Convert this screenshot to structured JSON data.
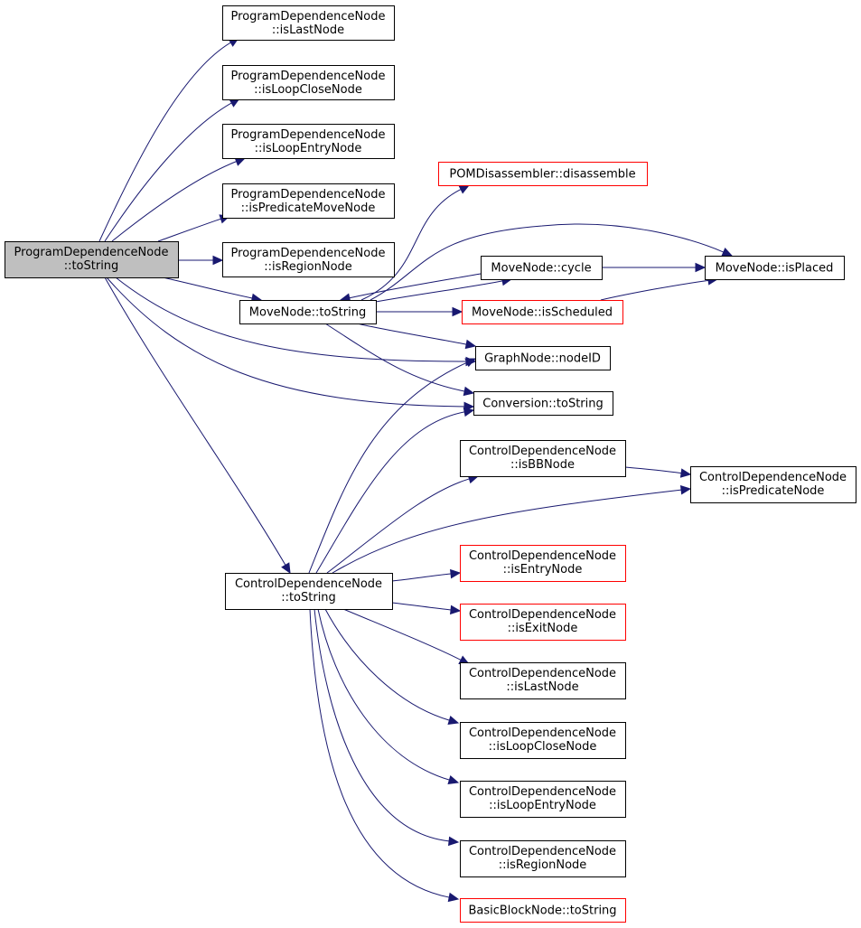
{
  "colors": {
    "edge": "#191970",
    "node_border": "#000000",
    "truncated_border": "#ff0000",
    "root_fill": "#bfbfbf",
    "node_fill": "#ffffff"
  },
  "nodes": {
    "root": [
      "ProgramDependenceNode",
      "::toString"
    ],
    "pdn_isLastNode": [
      "ProgramDependenceNode",
      "::isLastNode"
    ],
    "pdn_isLoopCloseNode": [
      "ProgramDependenceNode",
      "::isLoopCloseNode"
    ],
    "pdn_isLoopEntryNode": [
      "ProgramDependenceNode",
      "::isLoopEntryNode"
    ],
    "pdn_isPredicateMoveNode": [
      "ProgramDependenceNode",
      "::isPredicateMoveNode"
    ],
    "pdn_isRegionNode": [
      "ProgramDependenceNode",
      "::isRegionNode"
    ],
    "movenode_toString": [
      "MoveNode::toString"
    ],
    "pom_disassemble": [
      "POMDisassembler::disassemble"
    ],
    "movenode_cycle": [
      "MoveNode::cycle"
    ],
    "movenode_isPlaced": [
      "MoveNode::isPlaced"
    ],
    "movenode_isScheduled": [
      "MoveNode::isScheduled"
    ],
    "graphnode_nodeID": [
      "GraphNode::nodeID"
    ],
    "conversion_toString": [
      "Conversion::toString"
    ],
    "cdn_isBBNode": [
      "ControlDependenceNode",
      "::isBBNode"
    ],
    "cdn_isPredicateNode": [
      "ControlDependenceNode",
      "::isPredicateNode"
    ],
    "cdn_toString": [
      "ControlDependenceNode",
      "::toString"
    ],
    "cdn_isEntryNode": [
      "ControlDependenceNode",
      "::isEntryNode"
    ],
    "cdn_isExitNode": [
      "ControlDependenceNode",
      "::isExitNode"
    ],
    "cdn_isLastNode": [
      "ControlDependenceNode",
      "::isLastNode"
    ],
    "cdn_isLoopCloseNode": [
      "ControlDependenceNode",
      "::isLoopCloseNode"
    ],
    "cdn_isLoopEntryNode": [
      "ControlDependenceNode",
      "::isLoopEntryNode"
    ],
    "cdn_isRegionNode": [
      "ControlDependenceNode",
      "::isRegionNode"
    ],
    "bbn_toString": [
      "BasicBlockNode::toString"
    ]
  },
  "truncated": [
    "pom_disassemble",
    "movenode_isScheduled",
    "cdn_isEntryNode",
    "cdn_isExitNode",
    "bbn_toString"
  ],
  "edges": [
    [
      "root",
      "pdn_isLastNode"
    ],
    [
      "root",
      "pdn_isLoopCloseNode"
    ],
    [
      "root",
      "pdn_isLoopEntryNode"
    ],
    [
      "root",
      "pdn_isPredicateMoveNode"
    ],
    [
      "root",
      "pdn_isRegionNode"
    ],
    [
      "root",
      "movenode_toString"
    ],
    [
      "root",
      "graphnode_nodeID"
    ],
    [
      "root",
      "conversion_toString"
    ],
    [
      "root",
      "cdn_toString"
    ],
    [
      "movenode_toString",
      "pom_disassemble"
    ],
    [
      "movenode_toString",
      "movenode_isPlaced"
    ],
    [
      "movenode_toString",
      "movenode_cycle"
    ],
    [
      "movenode_toString",
      "movenode_isScheduled"
    ],
    [
      "movenode_toString",
      "graphnode_nodeID"
    ],
    [
      "movenode_toString",
      "conversion_toString"
    ],
    [
      "movenode_cycle",
      "movenode_toString"
    ],
    [
      "movenode_cycle",
      "movenode_isPlaced"
    ],
    [
      "movenode_isScheduled",
      "movenode_isPlaced"
    ],
    [
      "cdn_toString",
      "graphnode_nodeID"
    ],
    [
      "cdn_toString",
      "conversion_toString"
    ],
    [
      "cdn_toString",
      "cdn_isBBNode"
    ],
    [
      "cdn_toString",
      "cdn_isPredicateNode"
    ],
    [
      "cdn_toString",
      "cdn_isEntryNode"
    ],
    [
      "cdn_toString",
      "cdn_isExitNode"
    ],
    [
      "cdn_toString",
      "cdn_isLastNode"
    ],
    [
      "cdn_toString",
      "cdn_isLoopCloseNode"
    ],
    [
      "cdn_toString",
      "cdn_isLoopEntryNode"
    ],
    [
      "cdn_toString",
      "cdn_isRegionNode"
    ],
    [
      "cdn_toString",
      "bbn_toString"
    ],
    [
      "cdn_isBBNode",
      "cdn_isPredicateNode"
    ]
  ]
}
